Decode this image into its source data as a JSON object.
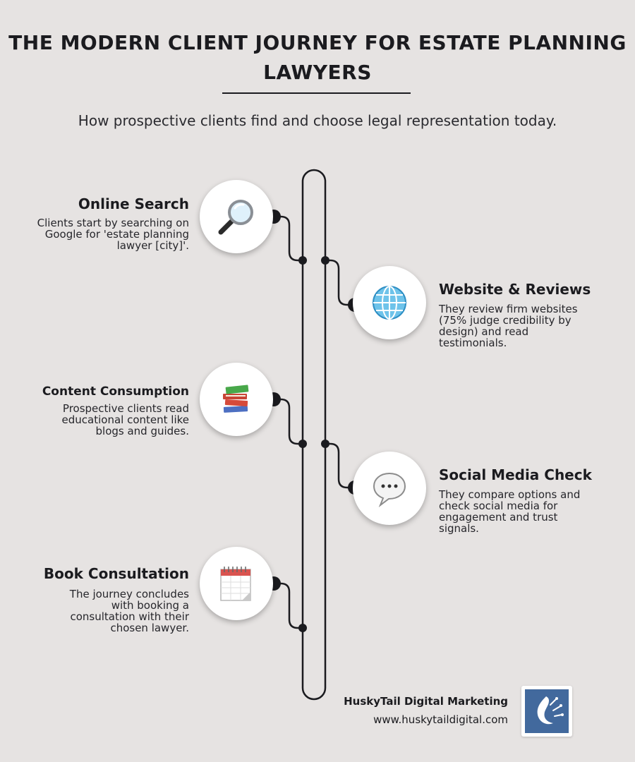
{
  "header": {
    "title": "THE MODERN CLIENT JOURNEY FOR ESTATE PLANNING LAWYERS",
    "subtitle": "How prospective clients find and choose legal representation today."
  },
  "steps": [
    {
      "title": "Online Search",
      "description": "Clients start by searching on Google for 'estate planning lawyer [city]'.",
      "icon": "magnifying-glass-icon",
      "side": "left"
    },
    {
      "title": "Website & Reviews",
      "description": "They review firm websites (75% judge credibility by design) and read testimonials.",
      "icon": "globe-icon",
      "side": "right"
    },
    {
      "title": "Content Consumption",
      "description": "Prospective clients read educational content like blogs and guides.",
      "icon": "books-icon",
      "side": "left"
    },
    {
      "title": "Social Media Check",
      "description": "They compare options and check social media for engagement and trust signals.",
      "icon": "speech-bubble-icon",
      "side": "right"
    },
    {
      "title": "Book Consultation",
      "description": "The journey concludes with booking a consultation with their chosen lawyer.",
      "icon": "calendar-icon",
      "side": "left"
    }
  ],
  "footer": {
    "brand": "HuskyTail Digital Marketing",
    "url": "www.huskytaildigital.com",
    "logo_color": "#42699d"
  },
  "colors": {
    "background": "#e6e3e2",
    "line": "#1b1b1f",
    "circle": "#ffffff"
  }
}
